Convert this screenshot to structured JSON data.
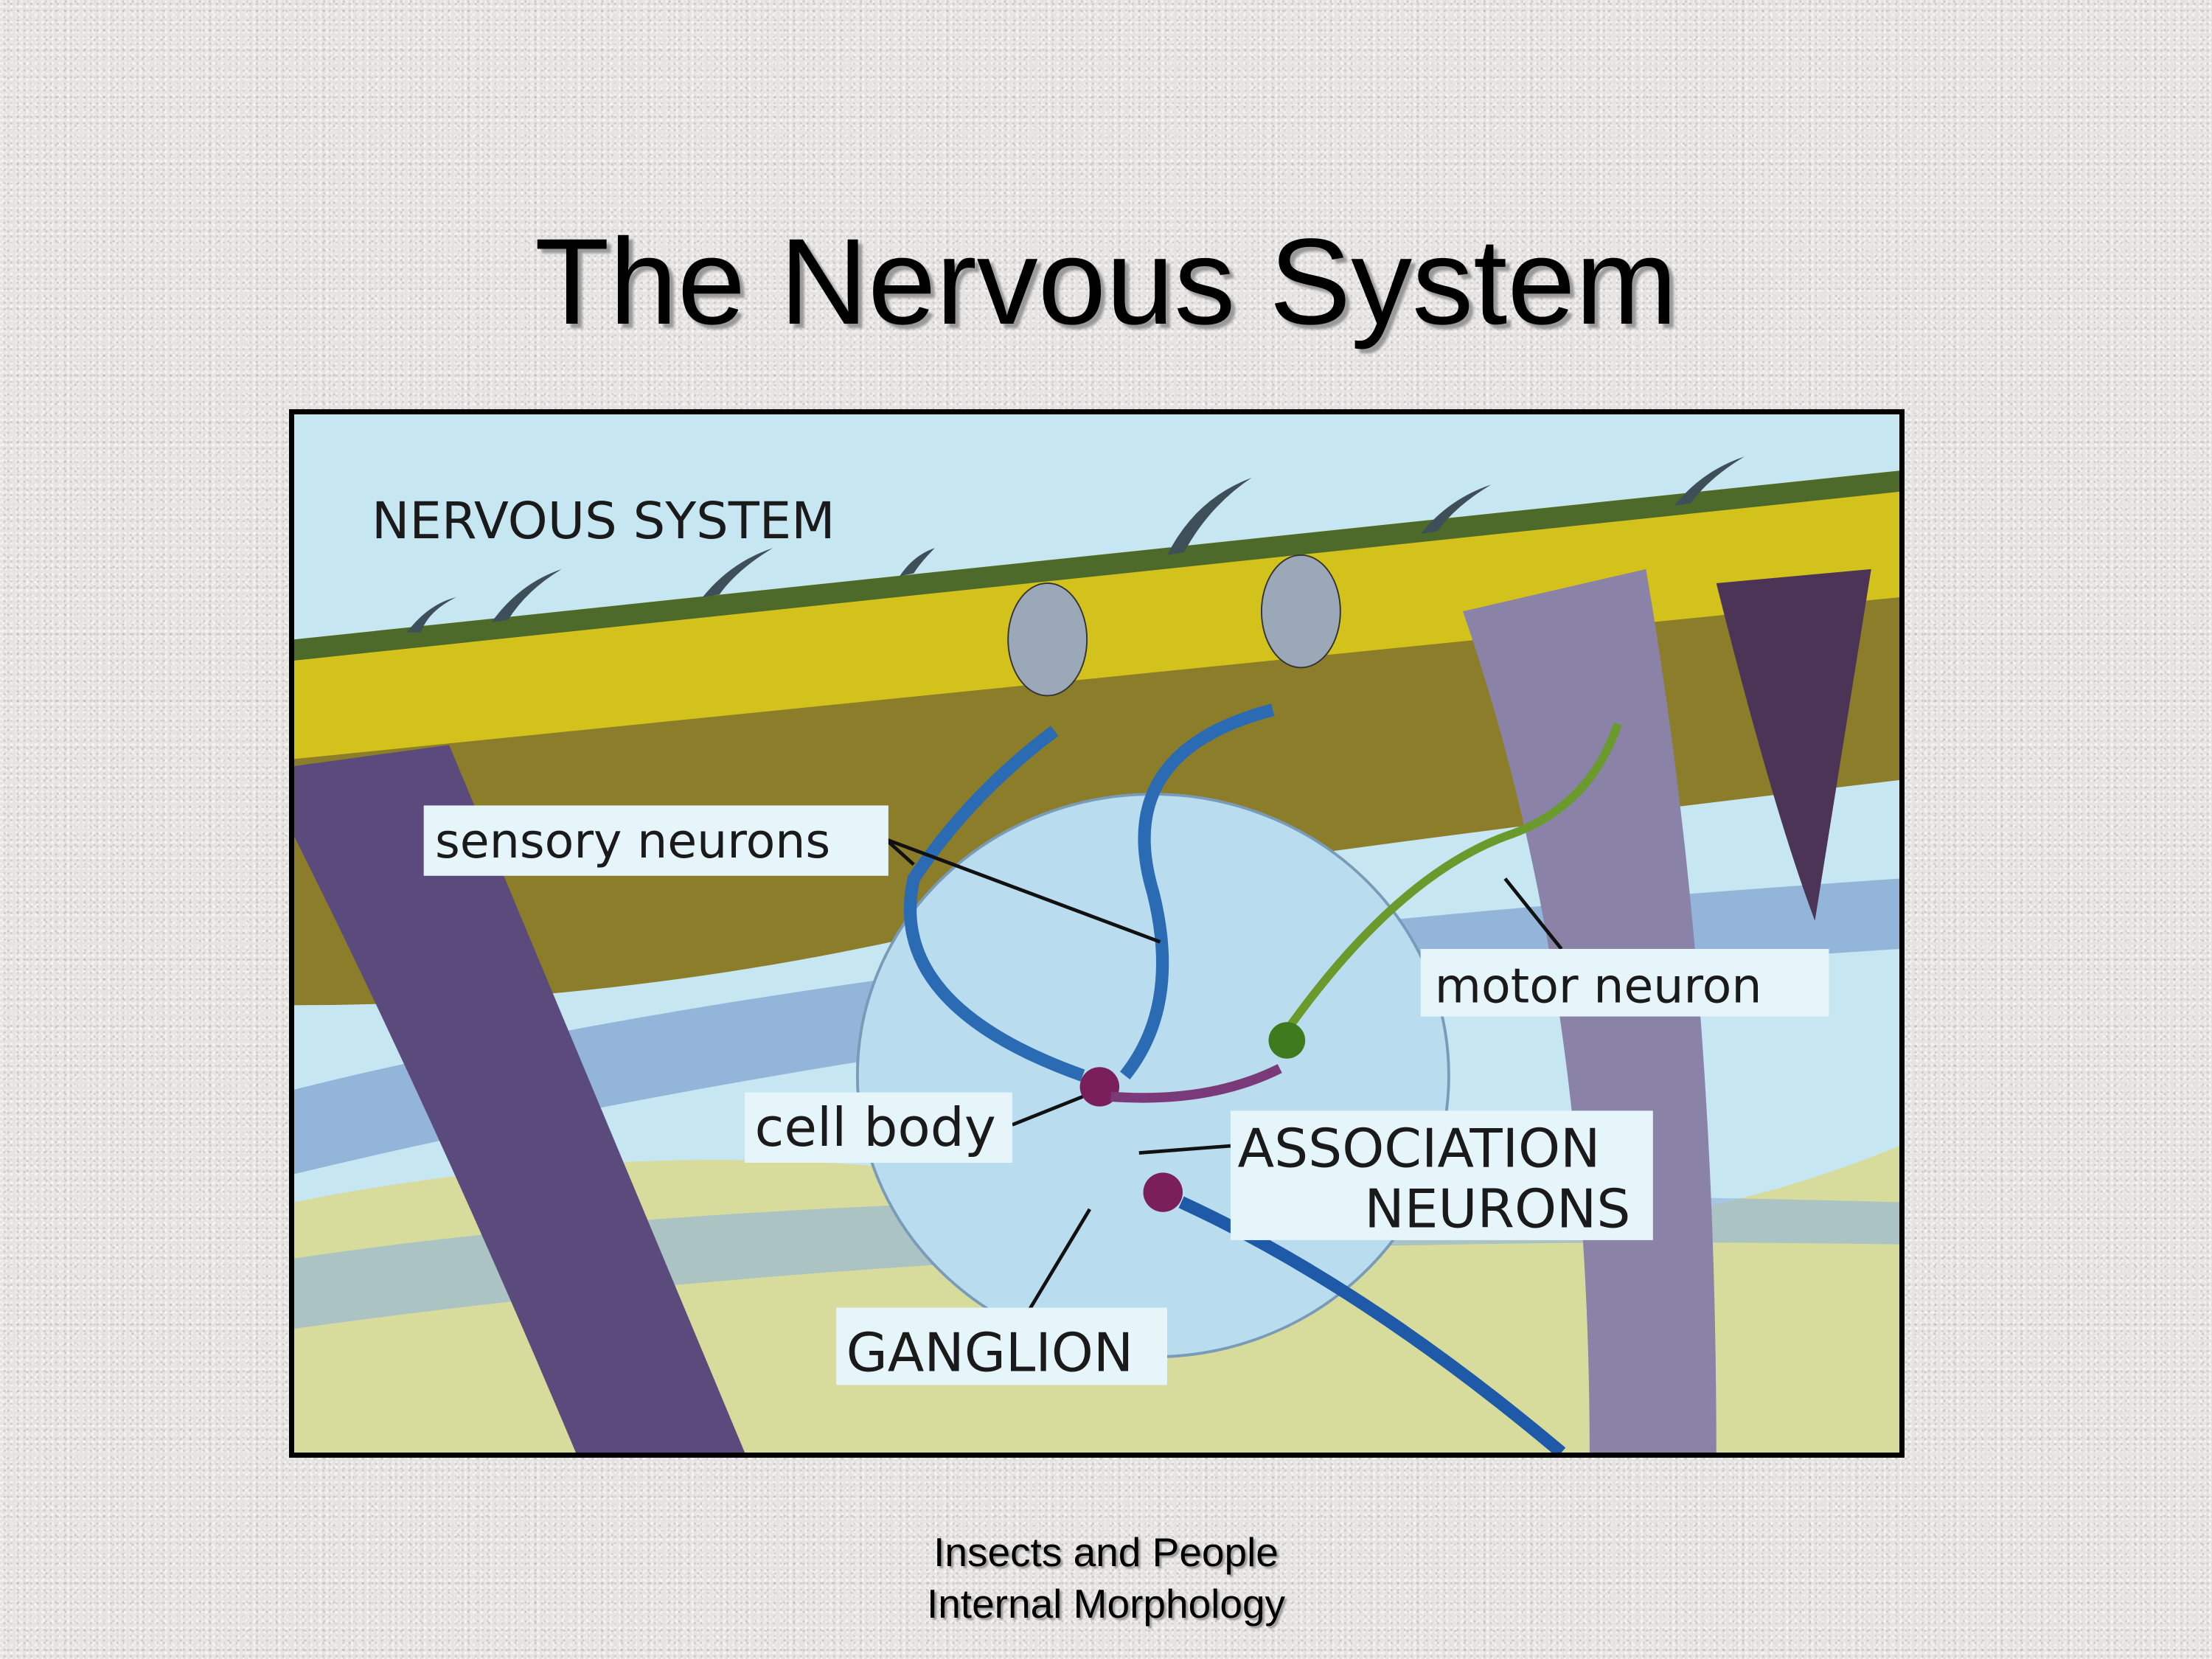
{
  "slide": {
    "title": "The Nervous System",
    "footer_line1": "Insects and People",
    "footer_line2": "Internal Morphology"
  },
  "figure": {
    "heading": "NERVOUS SYSTEM",
    "labels": {
      "sensory": "sensory neurons",
      "motor": "motor neuron",
      "cell_body": "cell body",
      "association_1": "ASSOCIATION",
      "association_2": "NEURONS",
      "ganglion": "GANGLION"
    }
  }
}
